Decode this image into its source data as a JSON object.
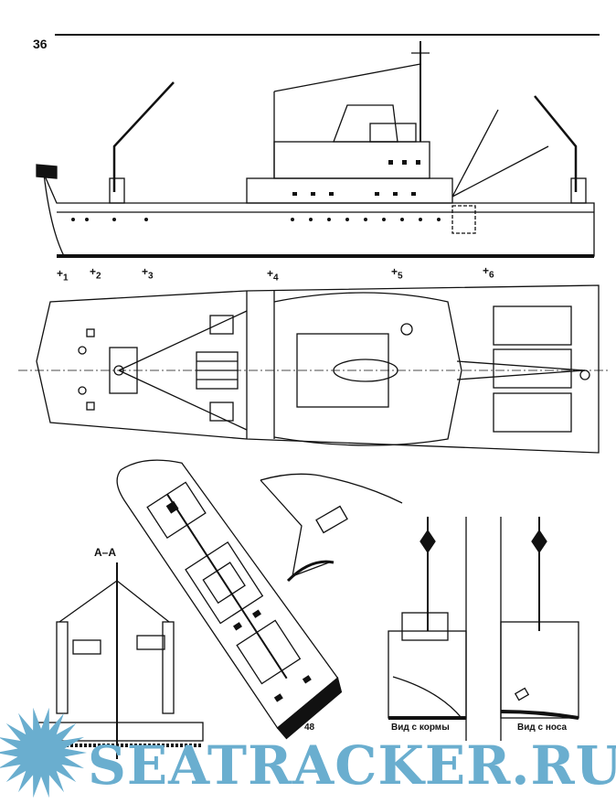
{
  "page_number": "36",
  "markers": [
    "1",
    "2",
    "3",
    "4",
    "5",
    "6"
  ],
  "section_label": "А–А",
  "view_stern_label": "Вид с кормы",
  "view_bow_label": "Вид с носа",
  "bottom_page_number": "48",
  "watermark": {
    "text": "SEATRACKER.RU",
    "color": "#6aaecf"
  },
  "line_color": "#111111"
}
